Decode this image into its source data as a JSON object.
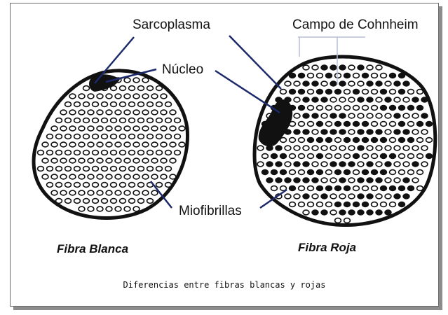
{
  "labels": {
    "sarcoplasma": "Sarcoplasma",
    "nucleo": "Núcleo",
    "campo": "Campo de Cohnheim",
    "miofibrillas": "Miofibrillas"
  },
  "titles": {
    "white": "Fibra Blanca",
    "red": "Fibra Roja"
  },
  "caption": "Diferencias entre fibras blancas y rojas",
  "colors": {
    "outline": "#111111",
    "leader_line": "#1c2a6b",
    "campo_line": "#b9bfd6",
    "shadow": "#8c8c8c"
  }
}
